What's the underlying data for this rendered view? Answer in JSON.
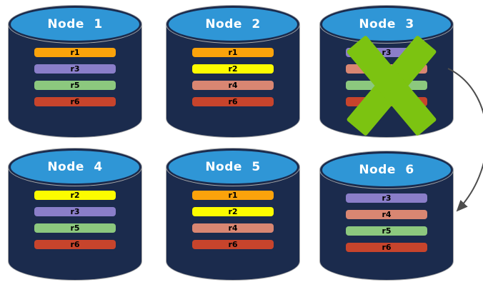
{
  "colors": {
    "cylinder_body": "#1B2B4D",
    "cylinder_top": "#2F96D6",
    "title_text": "#FFFFFF",
    "bar_text": "#000000",
    "replica_palette": {
      "r1_orange": "#FBA30B",
      "r2_yellow": "#FCFC00",
      "r3_purple": "#8A7EC9",
      "r4_salmon": "#D98672",
      "r5_green": "#8CC87E",
      "r6_red": "#C7442C"
    }
  },
  "nodes": [
    {
      "label": "Node 1",
      "failed": false,
      "replicas": [
        {
          "label": "r1",
          "color": "#FBA30B"
        },
        {
          "label": "r3",
          "color": "#8A7EC9"
        },
        {
          "label": "r5",
          "color": "#8CC87E"
        },
        {
          "label": "r6",
          "color": "#C7442C"
        }
      ]
    },
    {
      "label": "Node 2",
      "failed": false,
      "replicas": [
        {
          "label": "r1",
          "color": "#FBA30B"
        },
        {
          "label": "r2",
          "color": "#FCFC00"
        },
        {
          "label": "r4",
          "color": "#D98672"
        },
        {
          "label": "r6",
          "color": "#C7442C"
        }
      ]
    },
    {
      "label": "Node 3",
      "failed": true,
      "replicas": [
        {
          "label": "r3",
          "color": "#8A7EC9"
        },
        {
          "label": "",
          "color": "#D98672"
        },
        {
          "label": "",
          "color": "#8CC87E"
        },
        {
          "label": "",
          "color": "#C7442C"
        }
      ]
    },
    {
      "label": "Node 4",
      "failed": false,
      "replicas": [
        {
          "label": "r2",
          "color": "#FCFC00"
        },
        {
          "label": "r3",
          "color": "#8A7EC9"
        },
        {
          "label": "r5",
          "color": "#8CC87E"
        },
        {
          "label": "r6",
          "color": "#C7442C"
        }
      ]
    },
    {
      "label": "Node 5",
      "failed": false,
      "replicas": [
        {
          "label": "r1",
          "color": "#FBA30B"
        },
        {
          "label": "r2",
          "color": "#FCFC00"
        },
        {
          "label": "r4",
          "color": "#D98672"
        },
        {
          "label": "r6",
          "color": "#C7442C"
        }
      ]
    },
    {
      "label": "Node 6",
      "failed": false,
      "replicas": [
        {
          "label": "r3",
          "color": "#8A7EC9"
        },
        {
          "label": "r4",
          "color": "#D98672"
        },
        {
          "label": "r5",
          "color": "#8CC87E"
        },
        {
          "label": "r6",
          "color": "#C7442C"
        }
      ]
    }
  ],
  "failure_marker": {
    "node": "Node 3",
    "color": "#7CC311"
  },
  "arrow": {
    "from": "Node 3",
    "to": "Node 6",
    "color": "#4D4D4D"
  }
}
